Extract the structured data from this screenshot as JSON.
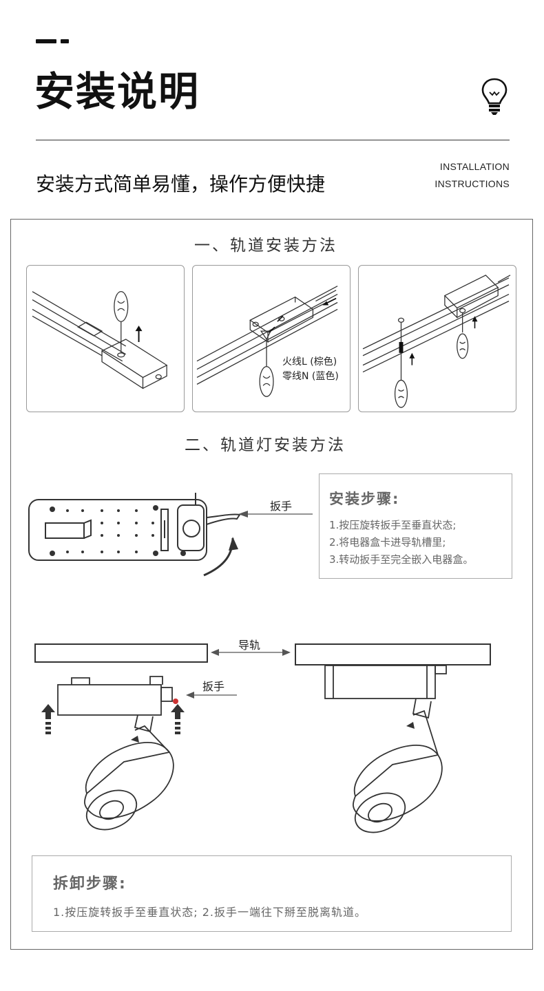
{
  "header": {
    "title": "安装说明",
    "subtitle": "安装方式简单易懂，操作方便快捷",
    "en_line1": "INSTALLATION",
    "en_line2": "INSTRUCTIONS",
    "bulb_icon": "light-bulb-icon"
  },
  "section1": {
    "title": "一、轨道安装方法",
    "live_wire": "火线L (棕色)",
    "neutral_wire": "零线N (蓝色)"
  },
  "section2": {
    "title": "二、轨道灯安装方法",
    "wrench_label": "扳手",
    "steps_title": "安装步骤:",
    "steps": [
      "1.按压旋转扳手至垂直状态;",
      "2.将电器盒卡进导轨槽里;",
      "3.转动扳手至完全嵌入电器盒。"
    ],
    "rail_label": "导轨",
    "wrench_label_2": "扳手"
  },
  "removal": {
    "title": "拆卸步骤:",
    "text": "1.按压旋转扳手至垂直状态; 2.扳手一端往下掰至脱离轨道。"
  },
  "colors": {
    "text": "#111111",
    "muted": "#666666",
    "line": "#333333"
  }
}
